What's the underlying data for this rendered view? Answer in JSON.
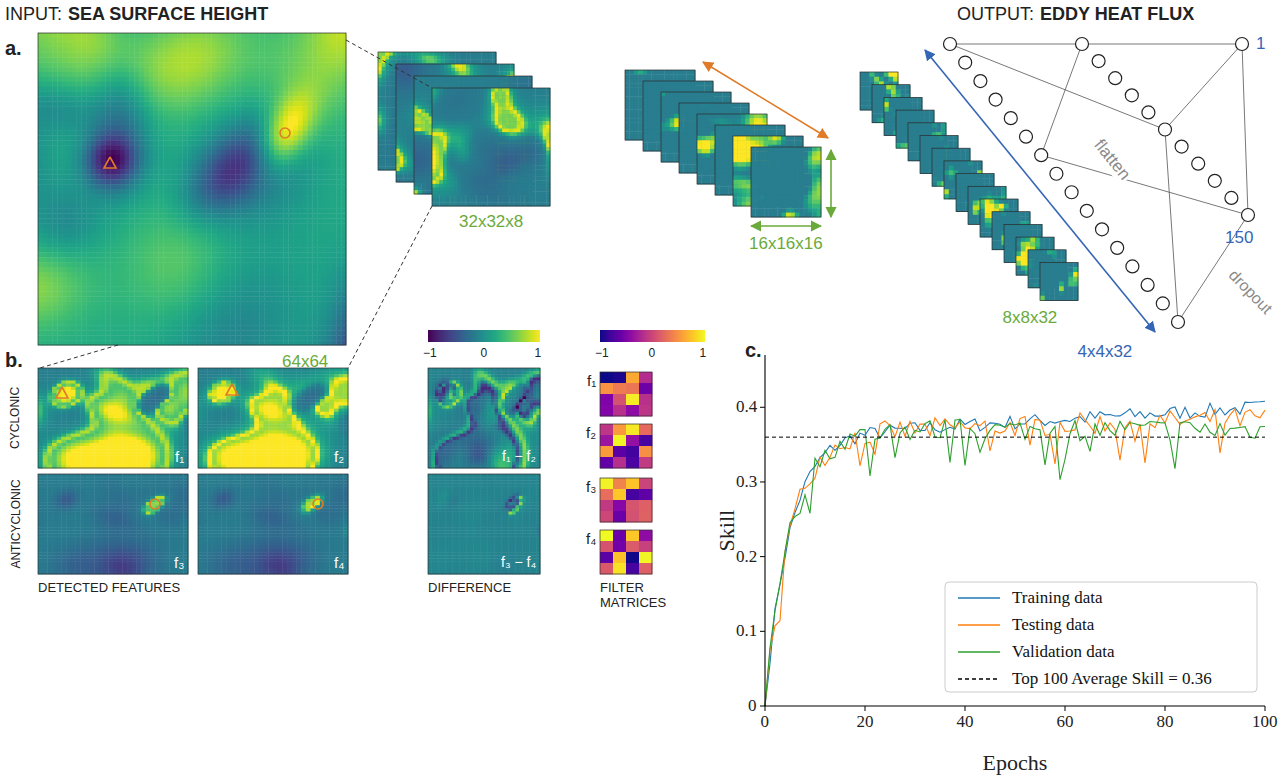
{
  "diagram": {
    "labels": [
      "INPUT:",
      "SEA SURFACE HEIGHT",
      "OUTPUT:",
      "EDDY HEAT FLUX",
      "a.",
      "64x64",
      "32x32x8",
      "16x16x16",
      "8x8x32",
      "flatten",
      "4x4x32",
      "1",
      "150",
      "dropout",
      "b.",
      "CYCLONIC",
      "ANTICYCLONIC",
      "DETECTED FEATURES",
      "f₁",
      "f₂",
      "f₃",
      "f₄",
      "−1",
      "0",
      "1",
      "−1",
      "0",
      "1",
      "f₁ − f₂",
      "f₃ − f₄",
      "DIFFERENCE",
      "f₁",
      "f₂",
      "f₃",
      "f₄",
      "FILTER MATRICES",
      "c.",
      "Skill",
      "Epochs",
      "0",
      "0.1",
      "0.2",
      "0.3",
      "0.4",
      "0",
      "20",
      "40",
      "60",
      "80",
      "100"
    ],
    "legend": [
      {
        "text": "Training data"
      },
      {
        "text": "Testing data"
      },
      {
        "text": "Validation data"
      },
      {
        "text": "Top 100 Average Skill = 0.36"
      }
    ]
  }
}
